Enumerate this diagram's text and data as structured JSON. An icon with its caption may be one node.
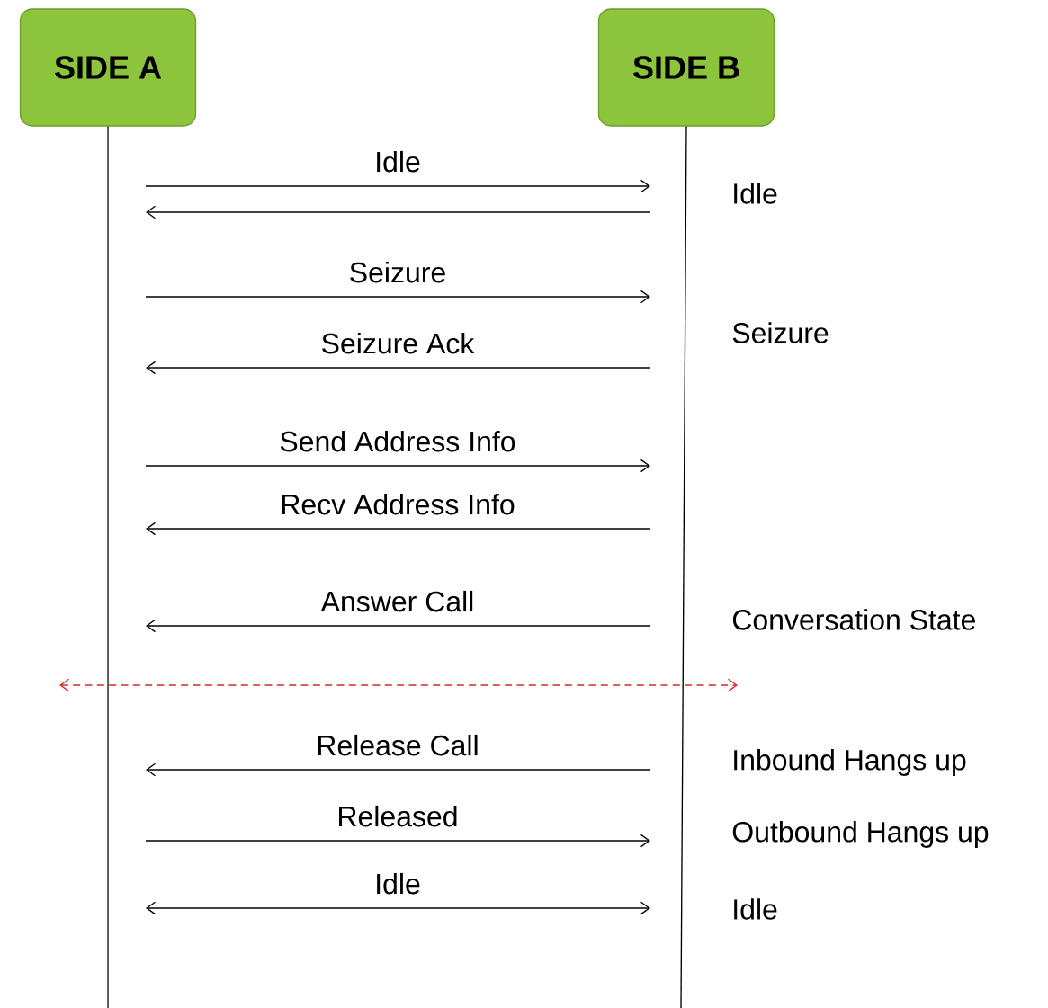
{
  "diagram": {
    "nodes": [
      {
        "text": [
          "SIDE A"
        ]
      },
      {
        "text": [
          "SIDE B"
        ]
      }
    ],
    "edges": [
      {
        "from": 0,
        "to": 1,
        "arrow": "to",
        "label": "Idle"
      },
      {
        "from": 1,
        "to": 0,
        "arrow": "to"
      },
      {
        "from": 0,
        "to": 1,
        "arrow": "to",
        "label": "Seizure"
      },
      {
        "from": 1,
        "to": 0,
        "arrow": "to",
        "label": "Seizure Ack"
      },
      {
        "from": 0,
        "to": 1,
        "arrow": "to",
        "label": "Send Address Info"
      },
      {
        "from": 1,
        "to": 0,
        "arrow": "to",
        "label": "Recv Address Info"
      },
      {
        "from": 1,
        "to": 0,
        "arrow": "to",
        "label": "Answer Call"
      },
      {
        "from": 0,
        "to": 1,
        "arrow": "both",
        "style": "dashed",
        "color": "#d42a2a"
      },
      {
        "from": 1,
        "to": 0,
        "arrow": "to",
        "label": "Release Call"
      },
      {
        "from": 0,
        "to": 1,
        "arrow": "to",
        "label": "Released"
      },
      {
        "from": 0,
        "to": 1,
        "arrow": "both",
        "label": "Idle"
      }
    ],
    "labels": [
      "Idle",
      "Seizure",
      "Conversation State",
      "Inbound Hangs up",
      "Outbound Hangs up",
      "Idle"
    ]
  }
}
